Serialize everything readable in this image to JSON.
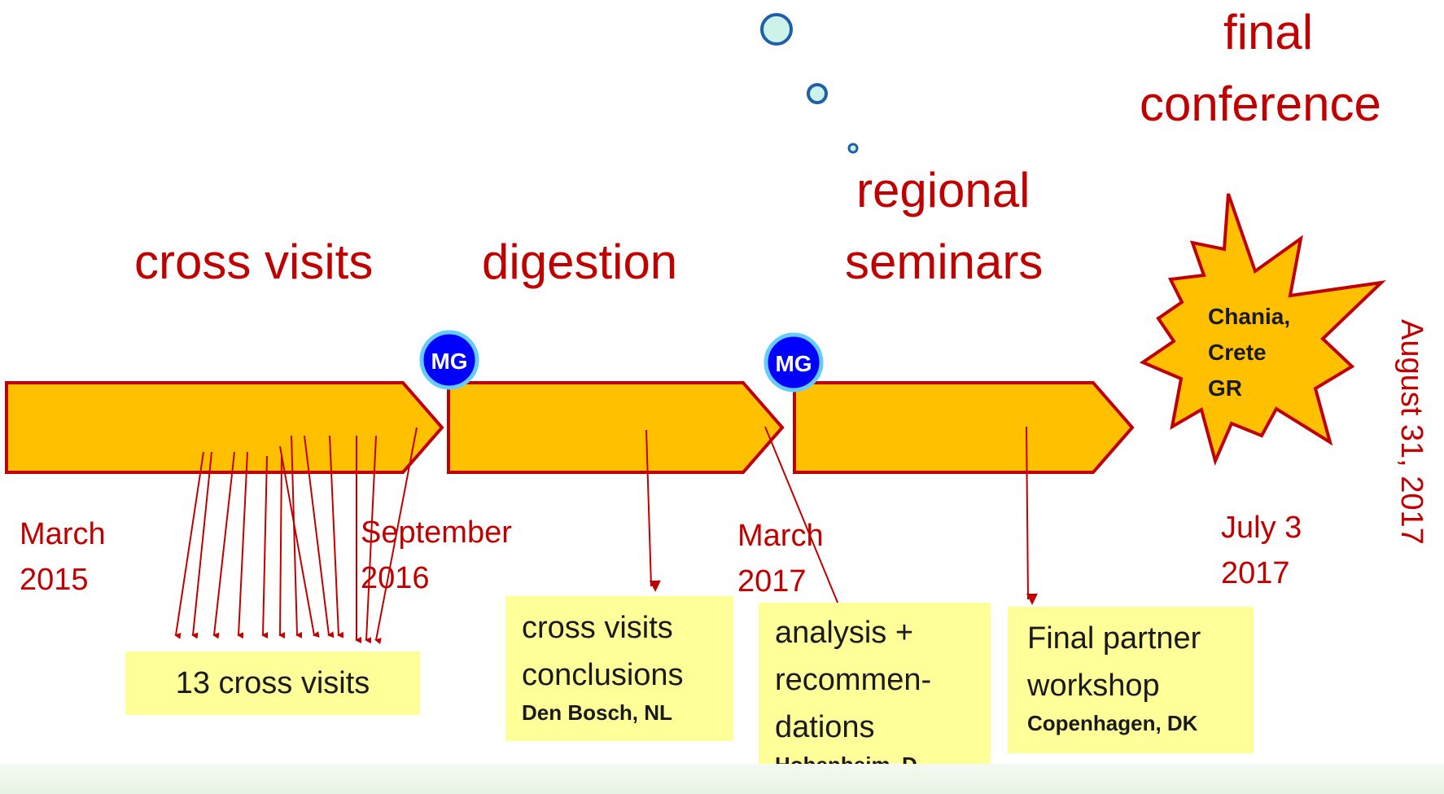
{
  "phases": {
    "cross_visits": "cross visits",
    "digestion": "digestion",
    "regional_seminars_line1": "regional",
    "regional_seminars_line2": "seminars",
    "final_conference_line1": "final",
    "final_conference_line2": "conference"
  },
  "milestones": {
    "mg1": "MG",
    "mg2": "MG"
  },
  "venue_burst": {
    "line1": "Chania,",
    "line2": "Crete",
    "line3": "GR"
  },
  "dates": {
    "start_month": "March",
    "start_year": "2015",
    "mid_month": "September",
    "mid_year": "2016",
    "seminar_month": "March",
    "seminar_year": "2017",
    "conference_day": "July 3",
    "conference_year": "2017",
    "end_date": "August 31, 2017"
  },
  "notes": {
    "cross_visits_count": "13 cross visits",
    "conclusions_line1": "cross visits",
    "conclusions_line2": "conclusions",
    "conclusions_place": "Den Bosch, NL",
    "analysis_line1": "analysis +",
    "analysis_line2": "recommen-",
    "analysis_line3": "dations",
    "analysis_place": "Hohenheim, D",
    "workshop_line1": "Final partner",
    "workshop_line2": "workshop",
    "workshop_place": "Copenhagen, DK"
  },
  "colors": {
    "phase_text": "#c00000",
    "arrow_fill": "#ffc000",
    "arrow_stroke": "#c00000",
    "milestone_fill": "#0000ff",
    "milestone_ring": "#66ccff",
    "note_bg": "#ffff99"
  }
}
